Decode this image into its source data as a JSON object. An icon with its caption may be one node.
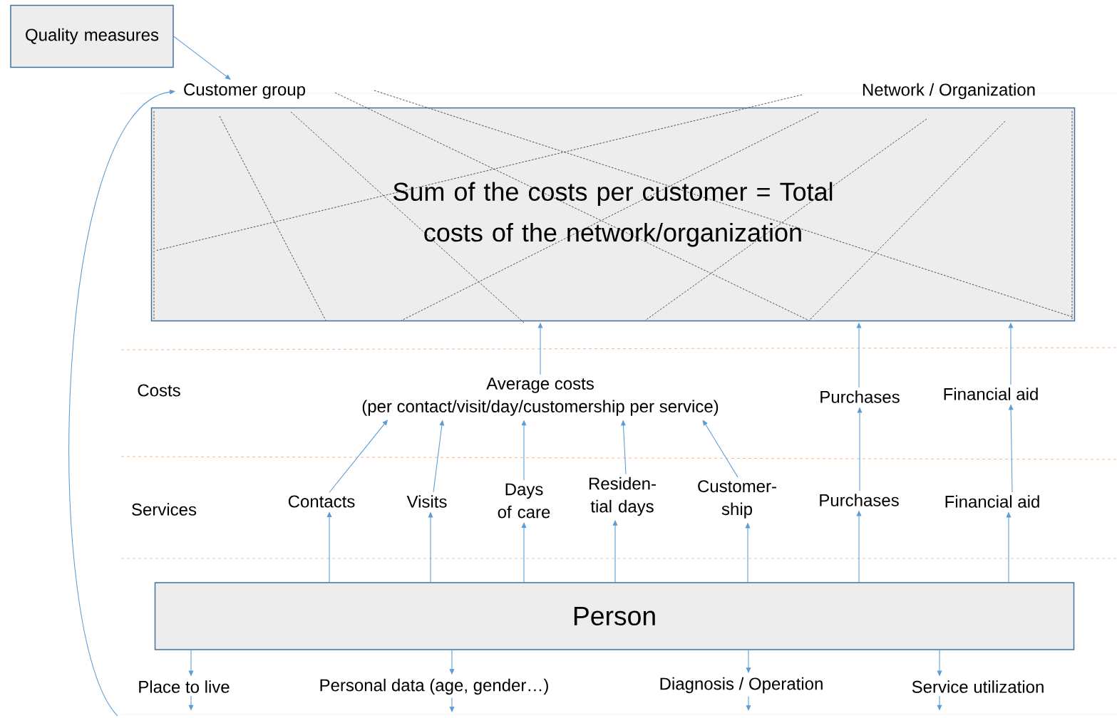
{
  "diagram": {
    "nodes": [
      {
        "text": [
          "Quality measures"
        ]
      },
      {
        "text": [
          "Customer group"
        ]
      },
      {
        "text": [
          "Network / Organization"
        ]
      },
      {
        "text": [
          "Sum of the costs per customer = Total costs of the network/organization"
        ]
      },
      {
        "text": [
          "Average costs",
          "(per contact/visit/day/customership per service)"
        ]
      },
      {
        "text": [
          "Purchases"
        ]
      },
      {
        "text": [
          "Financial aid"
        ]
      },
      {
        "text": [
          "Contacts"
        ]
      },
      {
        "text": [
          "Visits"
        ]
      },
      {
        "text": [
          "Days of care"
        ]
      },
      {
        "text": [
          "Residen- tial days"
        ]
      },
      {
        "text": [
          "Customer- ship"
        ]
      },
      {
        "text": [
          "Purchases"
        ]
      },
      {
        "text": [
          "Financial aid"
        ]
      },
      {
        "text": [
          "Person"
        ]
      },
      {
        "text": [
          "Place to live"
        ]
      },
      {
        "text": [
          "Personal data (age, gender…)"
        ]
      },
      {
        "text": [
          "Diagnosis / Operation"
        ]
      },
      {
        "text": [
          "Service utilization"
        ]
      }
    ],
    "edges": [
      {
        "from": 0,
        "to": 1,
        "arrow": "to"
      },
      {
        "from": null,
        "to": 1,
        "arrow": "to"
      },
      {
        "from": 4,
        "to": 3,
        "arrow": "to"
      },
      {
        "from": 5,
        "to": 3,
        "arrow": "to"
      },
      {
        "from": 6,
        "to": 3,
        "arrow": "to"
      },
      {
        "from": 7,
        "to": 4,
        "arrow": "to"
      },
      {
        "from": 8,
        "to": 4,
        "arrow": "to"
      },
      {
        "from": 9,
        "to": 4,
        "arrow": "to"
      },
      {
        "from": 10,
        "to": 4,
        "arrow": "to"
      },
      {
        "from": 11,
        "to": 4,
        "arrow": "to"
      },
      {
        "from": 12,
        "to": 5,
        "arrow": "to"
      },
      {
        "from": 13,
        "to": 6,
        "arrow": "to"
      },
      {
        "from": 14,
        "to": 7,
        "arrow": "to"
      },
      {
        "from": 14,
        "to": 8,
        "arrow": "to"
      },
      {
        "from": 14,
        "to": 9,
        "arrow": "to"
      },
      {
        "from": 14,
        "to": 10,
        "arrow": "to"
      },
      {
        "from": 14,
        "to": 11,
        "arrow": "to"
      },
      {
        "from": 14,
        "to": 12,
        "arrow": "to"
      },
      {
        "from": 14,
        "to": 13,
        "arrow": "to"
      },
      {
        "from": 14,
        "to": 15,
        "arrow": "to"
      },
      {
        "from": 14,
        "to": 16,
        "arrow": "to"
      },
      {
        "from": 14,
        "to": 17,
        "arrow": "to"
      },
      {
        "from": 14,
        "to": 18,
        "arrow": "to"
      },
      {
        "from": 15,
        "to": null,
        "arrow": "to"
      },
      {
        "from": 16,
        "to": null,
        "arrow": "to"
      },
      {
        "from": 17,
        "to": null,
        "arrow": "to"
      },
      {
        "from": 18,
        "to": null,
        "arrow": "to"
      }
    ],
    "labels": [
      "Costs",
      "Services"
    ]
  }
}
